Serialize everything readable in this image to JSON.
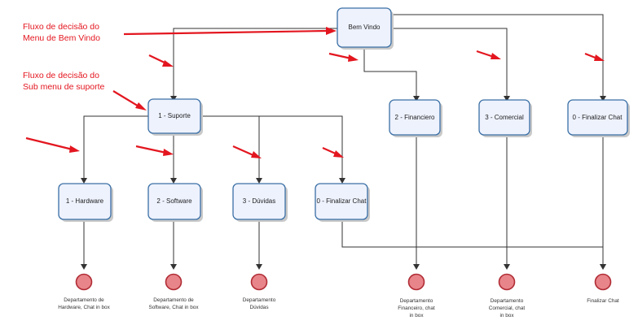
{
  "annotations": {
    "main_menu_line1": "Fluxo de decisão do",
    "main_menu_line2": "Menu de Bem Vindo",
    "sub_menu_line1": "Fluxo de decisão do",
    "sub_menu_line2": "Sub menu de suporte"
  },
  "nodes": {
    "bem_vindo": "Bem Vindo",
    "suporte": "1 - Suporte",
    "financeiro": "2 - Financiero",
    "comercial": "3 - Comercial",
    "finalizar_chat_top": "0 - Finalizar Chat",
    "hardware": "1 - Hardware",
    "software": "2 - Software",
    "duvidas": "3 - Dúvidas",
    "finalizar_chat_sub": "0 - Finalizar Chat"
  },
  "endpoints": {
    "hardware": [
      "Departamento de",
      "Hardware, Chat in box"
    ],
    "software": [
      "Departamento de",
      "Software, Chat in box"
    ],
    "duvidas": [
      "Departamento",
      "Dúvidas"
    ],
    "financeiro": [
      "Departamento",
      "Financeiro, chat",
      "in box"
    ],
    "comercial": [
      "Departamento",
      "Comercial, chat",
      "in box"
    ],
    "finalizar": [
      "Finalizar Chat"
    ]
  },
  "colors": {
    "node_fill": "#eef2fd",
    "node_stroke": "#3a6fa5",
    "end_fill": "#e8858a",
    "end_stroke": "#b02c35",
    "annotation": "#e3161f"
  }
}
